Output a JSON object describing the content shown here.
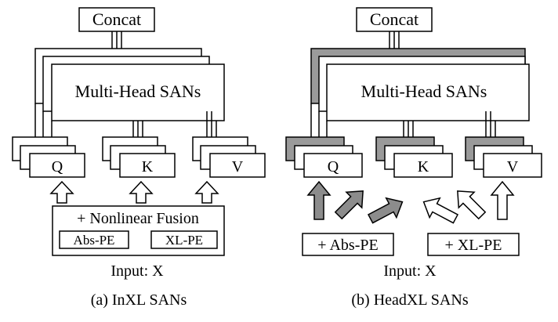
{
  "left": {
    "concat": "Concat",
    "msa": "Multi-Head SANs",
    "q": "Q",
    "k": "K",
    "v": "V",
    "fusion": "+ Nonlinear Fusion",
    "abs": "Abs-PE",
    "xl": "XL-PE",
    "input": "Input: X",
    "caption": "(a) InXL SANs"
  },
  "right": {
    "concat": "Concat",
    "msa": "Multi-Head SANs",
    "q": "Q",
    "k": "K",
    "v": "V",
    "abs": "+ Abs-PE",
    "xl": "+ XL-PE",
    "input": "Input: X",
    "caption": "(b) HeadXL SANs"
  }
}
